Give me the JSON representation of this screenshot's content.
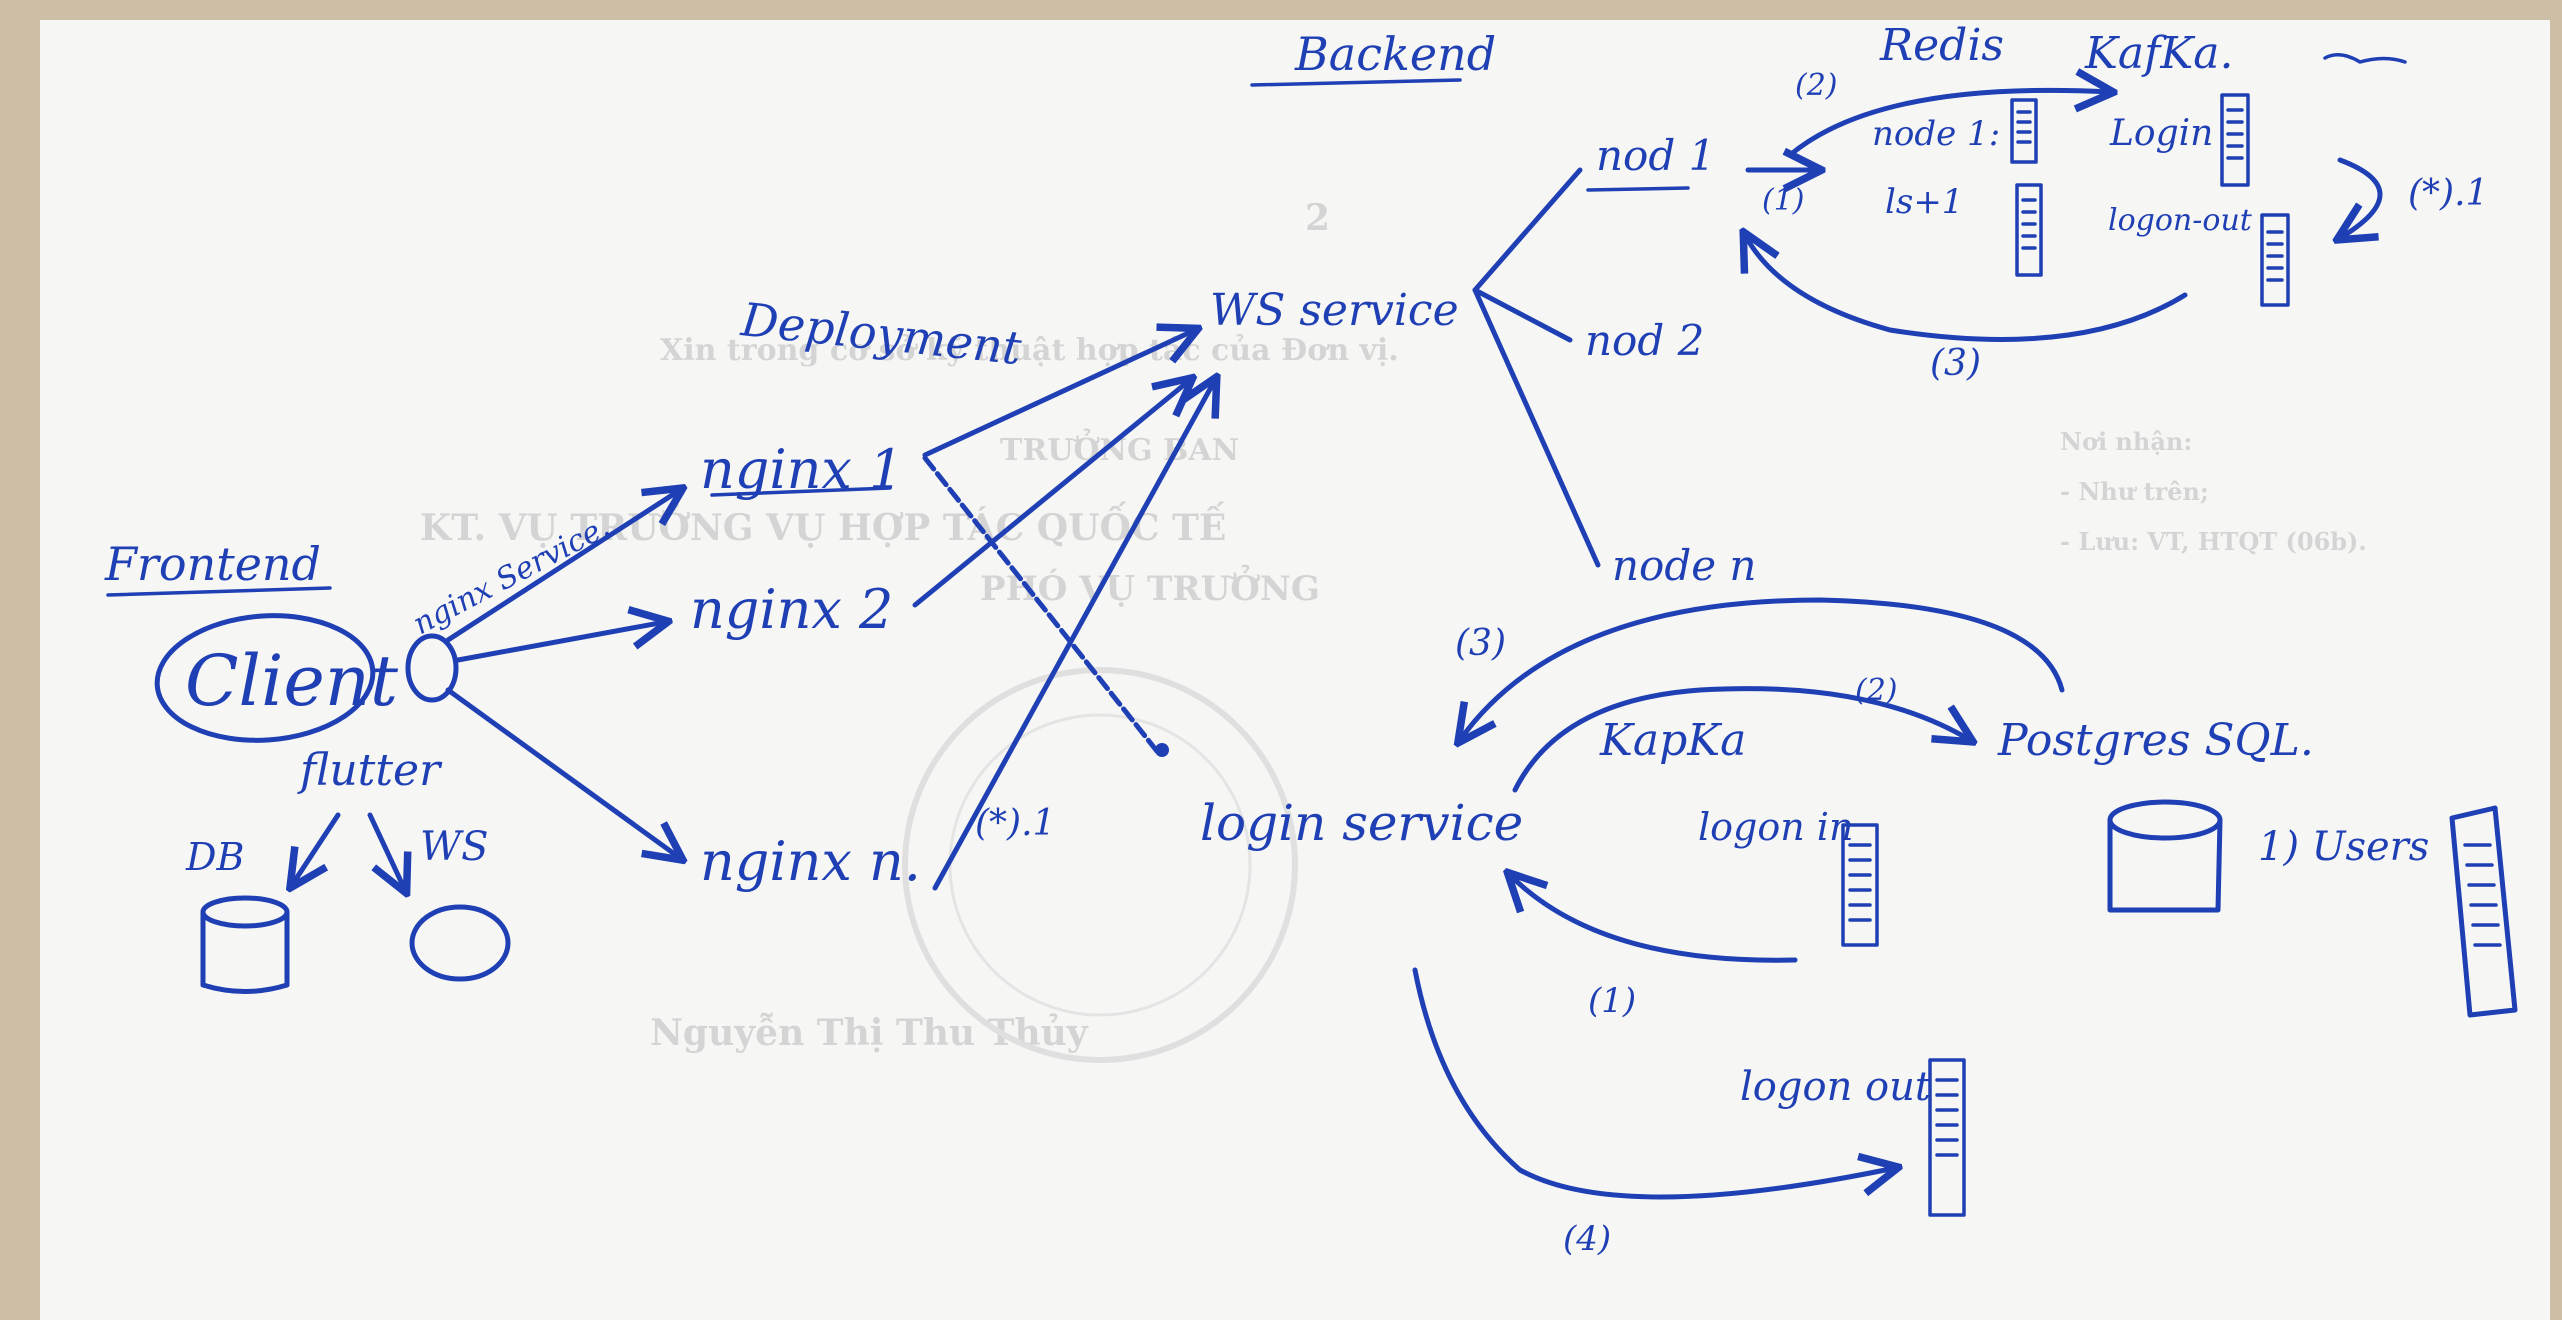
{
  "colors": {
    "ink": "#1f3fb4",
    "paper": "#f6f6f4",
    "desk": "#cdbfa6"
  },
  "labels": {
    "frontend": "Frontend",
    "backend": "Backend",
    "client": "Client",
    "flutter": "flutter",
    "db": "DB",
    "ws": "WS",
    "nginx_service": "nginx Service.",
    "nginx1": "nginx 1",
    "nginx2": "nginx 2",
    "nginxn": "nginx n.",
    "deployment": "Deployment",
    "ws_service": "WS service",
    "node1": "nod 1",
    "node2": "nod 2",
    "noden": "node n",
    "redis": "Redis",
    "kafka_top": "KafKa.",
    "redis_node1": "node 1:",
    "redis_list1": "ls+1",
    "kafka_login": "Login",
    "kafka_logout": "logon-out",
    "step_1": "(1)",
    "step_2": "(2)",
    "step_3": "(3)",
    "step_4": "(4)",
    "step_star1": "(*).1",
    "step_star1_b": "(*).1",
    "login_service": "login service",
    "kafka_mid": "KapKa",
    "postgres": "Postgres SQL.",
    "logon_in": "logon in",
    "logon_out": "logon out",
    "users": "1) Users"
  },
  "bleed_through": {
    "line1": "KT. VỤ TRƯỞNG VỤ HỢP TÁC QUỐC TẾ",
    "line2": "PHÓ VỤ TRƯỞNG",
    "line3": "Nguyễn Thị Thu Thủy",
    "line4": "TRƯỞNG BAN",
    "line5": "Nơi nhận:",
    "line6": "- Như trên;",
    "line7": "- Lưu: VT, HTQT (06b).",
    "line8": "Xin trong cơ sở kỹ thuật hợp tác của Đơn vị.",
    "page_num": "2"
  }
}
